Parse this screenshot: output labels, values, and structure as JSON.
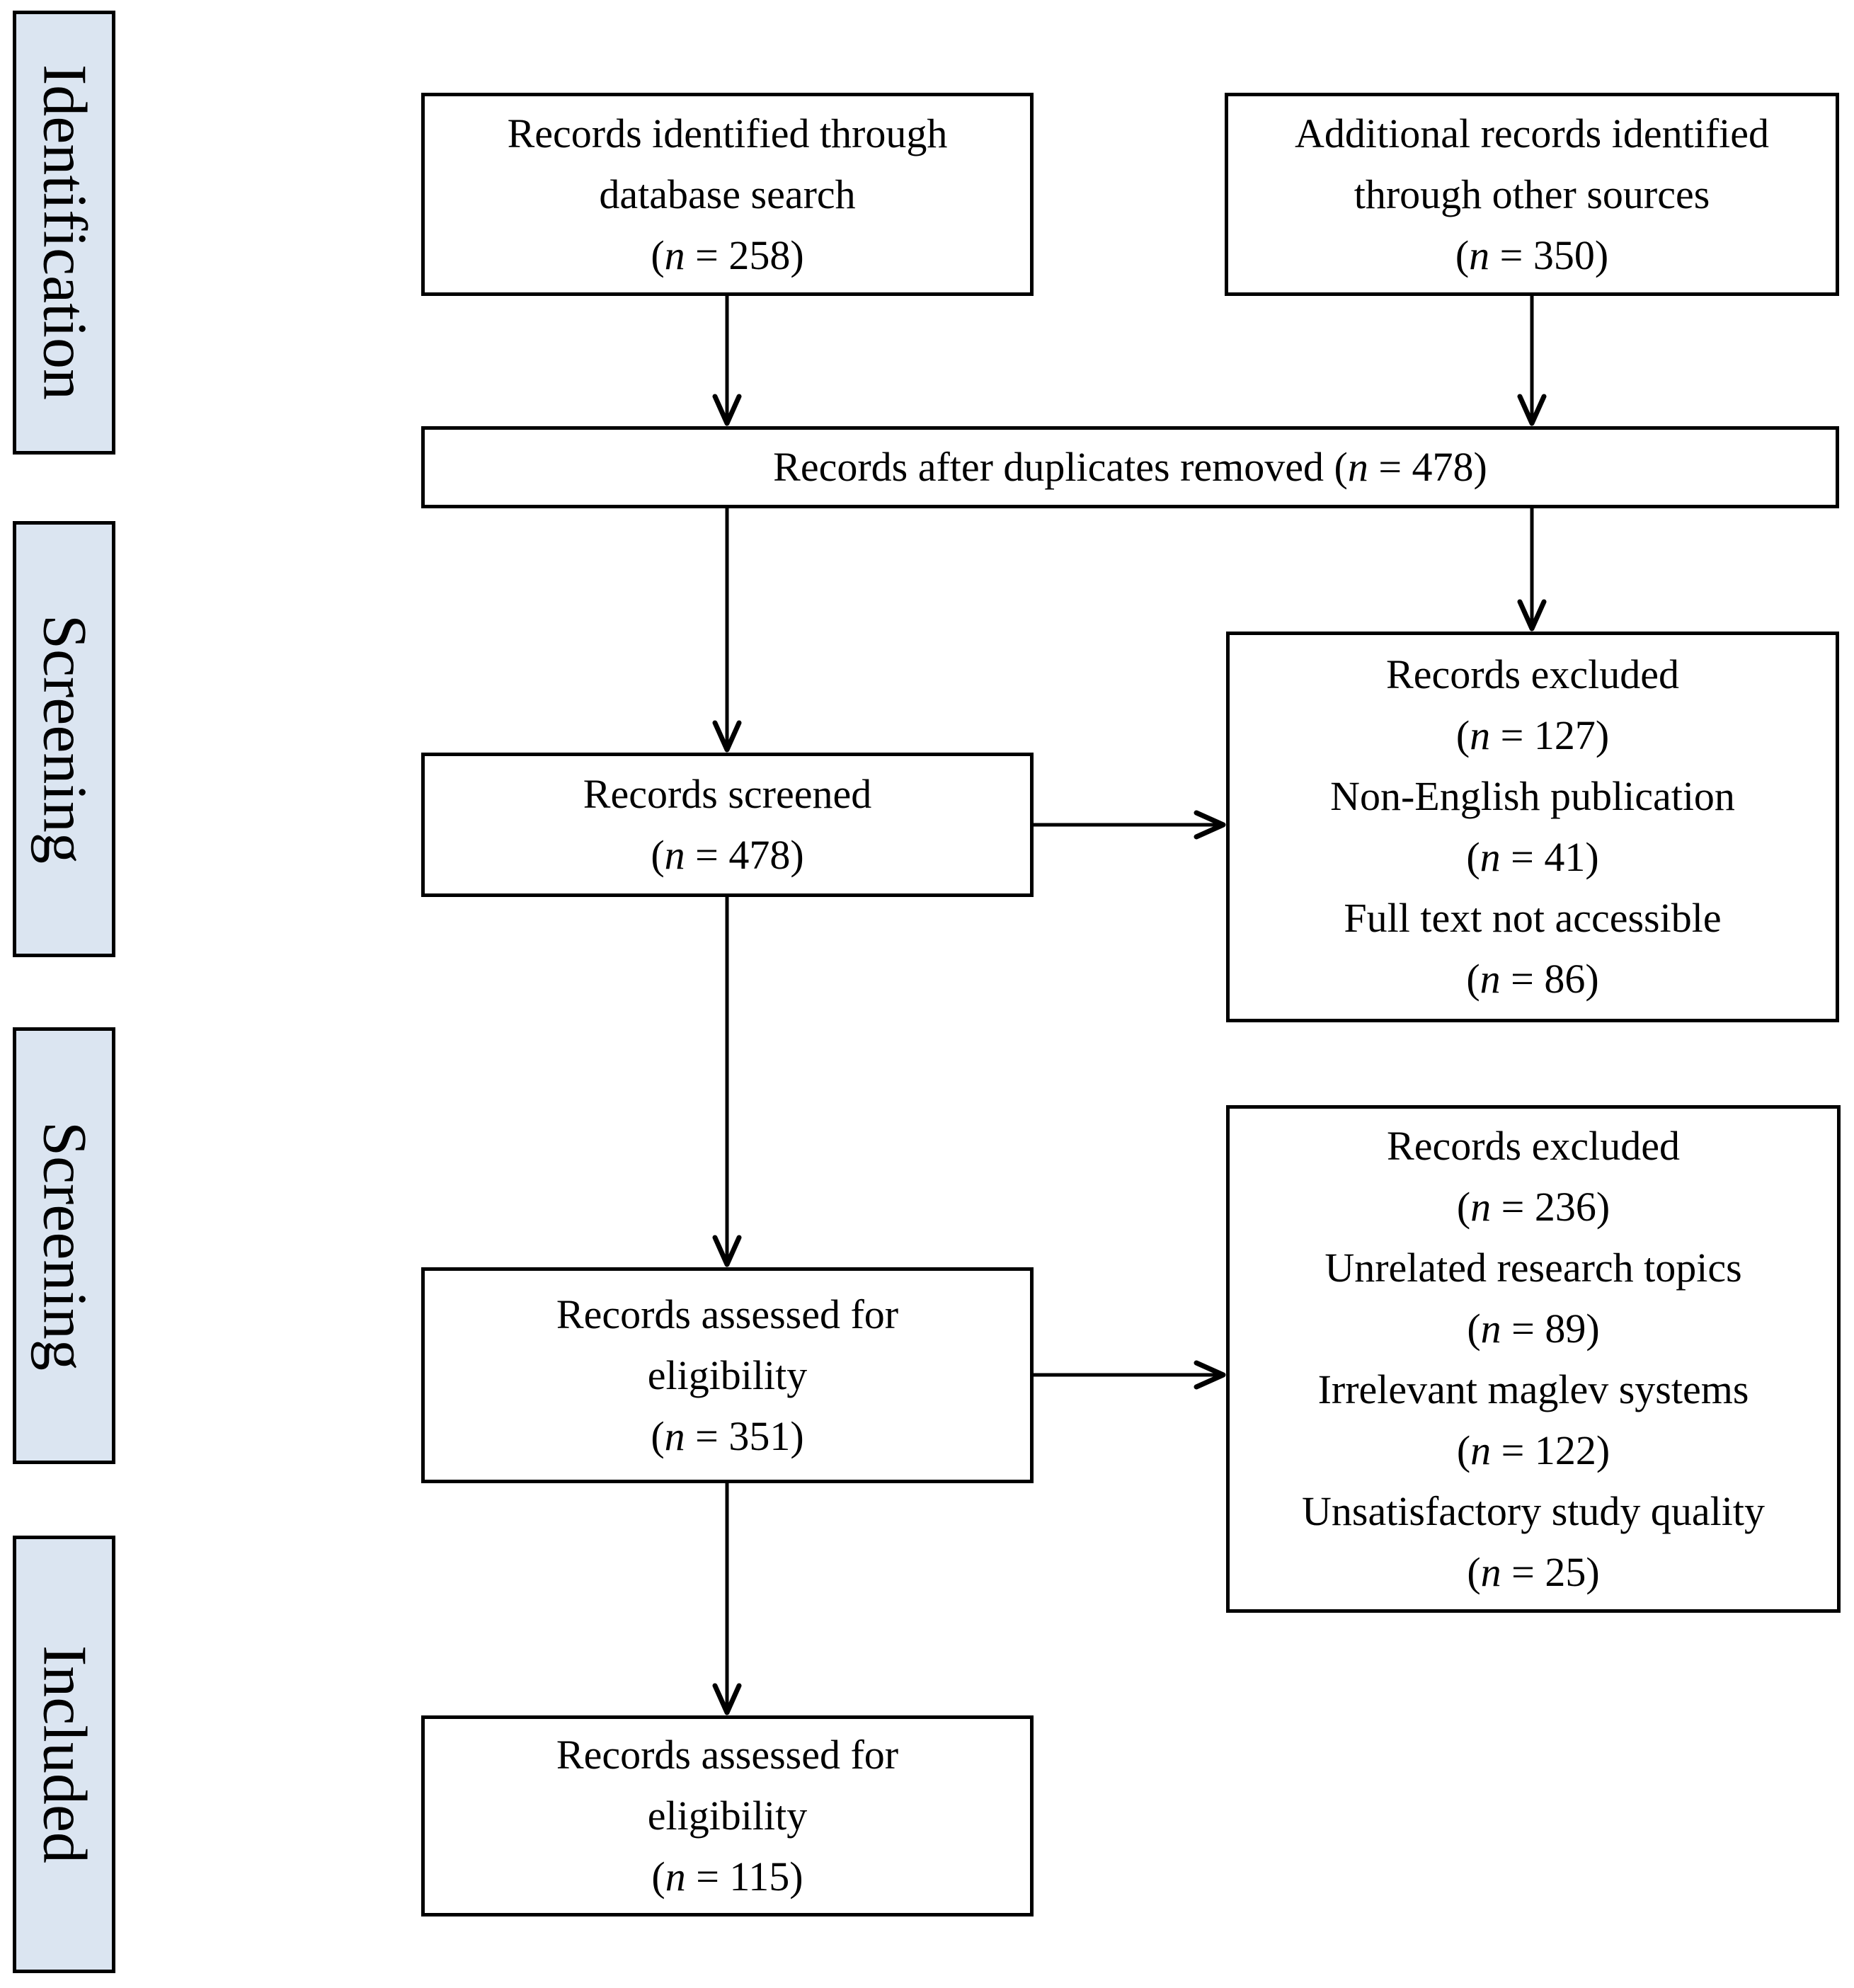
{
  "palette": {
    "stage_fill": "#dbe5f1",
    "line": "#000000",
    "ink": "#000000",
    "background": "#ffffff"
  },
  "stages": [
    {
      "label": "Identification"
    },
    {
      "label": "Screening"
    },
    {
      "label": "Screening"
    },
    {
      "label": "Included"
    }
  ],
  "boxes": {
    "identified": {
      "lines": [
        "Records identified through",
        "database search"
      ],
      "count": {
        "pre": "(",
        "n": "n",
        "post": " = 258)"
      }
    },
    "additional": {
      "lines": [
        "Additional records identified",
        "through other sources"
      ],
      "count": {
        "pre": "(",
        "n": "n",
        "post": " = 350)"
      }
    },
    "duplicates": {
      "pre": "Records after duplicates removed (",
      "n": "n",
      "post": " = 478)"
    },
    "screened": {
      "lines": [
        "Records screened"
      ],
      "count": {
        "pre": "(",
        "n": "n",
        "post": " = 478)"
      }
    },
    "excluded_screening": {
      "rows": [
        {
          "text": "Records excluded",
          "count": {
            "pre": "(",
            "n": "n",
            "post": " = 127)"
          }
        },
        {
          "text": "Non-English publication",
          "count": {
            "pre": "(",
            "n": "n",
            "post": " = 41)"
          }
        },
        {
          "text": "Full text not accessible",
          "count": {
            "pre": "(",
            "n": "n",
            "post": " = 86)"
          }
        }
      ]
    },
    "assessed": {
      "lines": [
        "Records assessed for",
        "eligibility"
      ],
      "count": {
        "pre": "(",
        "n": "n",
        "post": " = 351)"
      }
    },
    "excluded_eligibility": {
      "rows": [
        {
          "text": "Records excluded",
          "count": {
            "pre": "(",
            "n": "n",
            "post": " = 236)"
          }
        },
        {
          "text": "Unrelated research topics",
          "count": {
            "pre": "(",
            "n": "n",
            "post": " = 89)"
          }
        },
        {
          "text": "Irrelevant maglev systems",
          "count": {
            "pre": "(",
            "n": "n",
            "post": " = 122)"
          }
        },
        {
          "text": "Unsatisfactory study quality",
          "count": {
            "pre": "(",
            "n": "n",
            "post": " = 25)"
          }
        }
      ]
    },
    "included": {
      "lines": [
        "Records assessed for",
        "eligibility"
      ],
      "count": {
        "pre": "(",
        "n": "n",
        "post": " = 115)"
      }
    }
  }
}
